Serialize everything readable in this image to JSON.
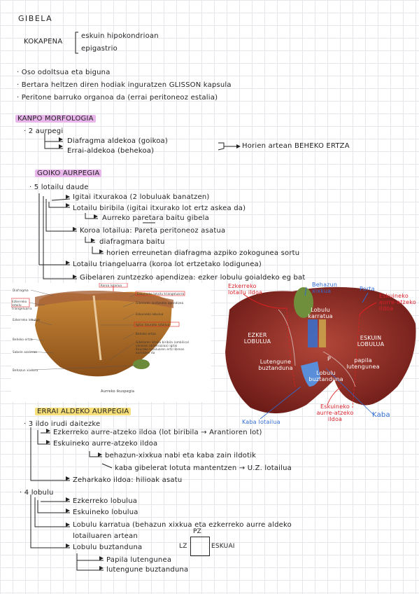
{
  "title": "GIBELA",
  "kokapena": {
    "label": "KOKAPENA",
    "items": [
      "eskuin hipokondrioan",
      "epigastrio"
    ]
  },
  "bullets": [
    "· Oso odoltsua eta biguna",
    "· Bertara heltzen diren hodiak inguratzen GLISSON kapsula",
    "· Peritone barruko organoa da (errai peritoneoz estalia)"
  ],
  "morf": {
    "heading": "KANPO MORFOLOGIA",
    "sub": "· 2 aurpegi",
    "items": [
      "Diafragma aldekoa (goikoa)",
      "Errai-aldekoa (behekoa)"
    ],
    "note": "Horien artean BEHEKO ERTZA"
  },
  "goiko": {
    "heading": "GOIKO AURPEGIA",
    "sub": "· 5 lotailu daude",
    "lines": [
      "Igitai itxurakoa (2 lobuluak banatzen)",
      "Lotailu biribila (igitai itxurako lot ertz askea da)",
      "Aurreko paretara baitu gibela",
      "Koroa lotailua: Pareta peritoneoz asatua",
      "diafragmara baitu",
      "horien erreunetan diafragma azpiko zokogunea sortu",
      "Lotailu triangeluarra (koroa lot ertzetako lodigunea)",
      "Gibelaren zuntzezko apendizea: ezker lobulu goialdeko eg bat"
    ]
  },
  "fig1": {
    "title": "Aurreko ikuspegia",
    "left_labels": [
      "Diafragma",
      "Ezkerreko lotailu triangeluarra",
      "Ezkerreko lobulua",
      "Beheko ertza",
      "Sabele azaleraa",
      "Behazun xixkura"
    ],
    "right_labels": [
      "Koroa lotailua",
      "Eskuineko lotailu triangeluarra",
      "Gibelaren zuntzezko apendizea",
      "Eskuineko lobulua",
      "Igitai itxurako lotailua",
      "Beheko ertza",
      "Gibelaren lotailu biribila (ombilical venaren obliterazioa) igitai itxurako lotailuaren ertz librean aurkitzen da"
    ]
  },
  "fig2": {
    "red_labels": [
      "Ezkerreko lotailu ildoa",
      "Eskuineko aurre-atzeko ildoa",
      "Eskuineko aurre-atzeko ildoa"
    ],
    "blue_labels": [
      "Behazun xixkua",
      "Porta",
      "Kaba lotailua",
      "Kaba"
    ],
    "white_labels": [
      "EZKER LOBULUA",
      "Lobulu karratua",
      "ESKUIN LOBULUA",
      "Lutengune buztanduna",
      "papila lutengunea",
      "Lobulu buztanduna",
      "P"
    ]
  },
  "errai": {
    "heading": "ERRAI ALDEKO AURPEGIA",
    "sub1": "· 3 ildo irudi daitezke",
    "lines1": [
      "Ezkerreko aurre-atzeko ildoa (lot biribila → Arantioren lot)",
      "Eskuineko aurre-atzeko ildoa",
      "behazun-xixkua nabi eta kaba zain ildotik",
      "kaba gibelerat lotuta mantentzen → U.Z. lotailua",
      "Zeharkako ildoa: hilioak asatu"
    ],
    "sub2": "· 4 lobulu",
    "lines2": [
      "Ezkerreko lobulua",
      "Eskuineko lobulua",
      "Lobulu karratua (behazun xixkua eta ezkerreko aurre aldeko",
      "lotailuaren artean",
      "Lobulu buztanduna",
      "Papila lutengunea",
      "lutengune buztanduna"
    ],
    "box_top": "PZ",
    "box_left": "LZ",
    "box_right": "ESKUAI"
  },
  "colors": {
    "purple_highlight": "#e9b6ec",
    "yellow_highlight": "#f7e07a",
    "red_ink": "#d8202a",
    "blue_ink": "#2f6bd0"
  }
}
